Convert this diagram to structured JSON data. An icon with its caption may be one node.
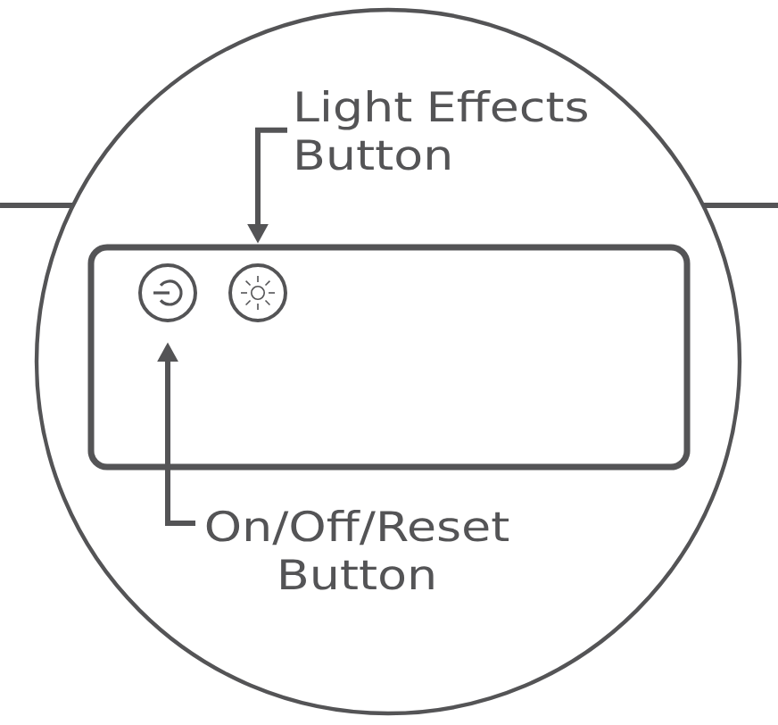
{
  "diagram": {
    "nodes": [
      {
        "text": [
          "Light Effects Button"
        ]
      },
      {
        "text": [],
        "shape": "circle"
      },
      {
        "text": [],
        "shape": "circle"
      },
      {
        "text": [
          "On/Off/Reset Button"
        ]
      }
    ],
    "edges": [
      {
        "from": 0,
        "to": 2,
        "arrow": "to"
      },
      {
        "from": 3,
        "to": 1,
        "arrow": "to"
      }
    ]
  }
}
